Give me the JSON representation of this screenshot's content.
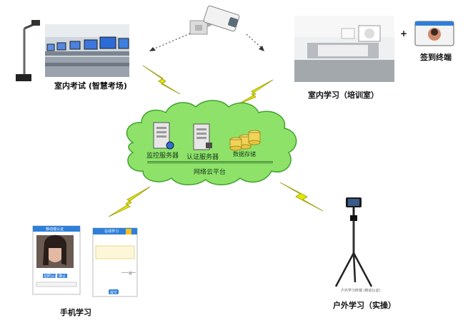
{
  "nodes": {
    "exam": {
      "label": "室内考试 (智慧考场)"
    },
    "training": {
      "label": "室内学习（培训室）"
    },
    "checkin": {
      "label": "签到终端",
      "plus": "+"
    },
    "mobile": {
      "label": "手机学习"
    },
    "outdoor": {
      "label": "户外学习（实操）"
    }
  },
  "cloud": {
    "monitor_server": "监控服务器",
    "auth_server": "认证服务器",
    "storage": "数据存储",
    "platform": "网络云平台"
  },
  "phone_left": {
    "header": "移动端认证",
    "buttons": [
      "拍照认证",
      "确认"
    ]
  },
  "phone_right": {
    "header": "在线学习",
    "submit": "提交",
    "side_note": "一一对一"
  },
  "tripod": {
    "caption": "户外学习终端  (移动认证)"
  },
  "colors": {
    "cloud": "#8ee26a",
    "cloud_dark": "#3fa32a",
    "lightning": "#e3e600",
    "phone_header": "#2f7fd8",
    "label": "#111111"
  }
}
